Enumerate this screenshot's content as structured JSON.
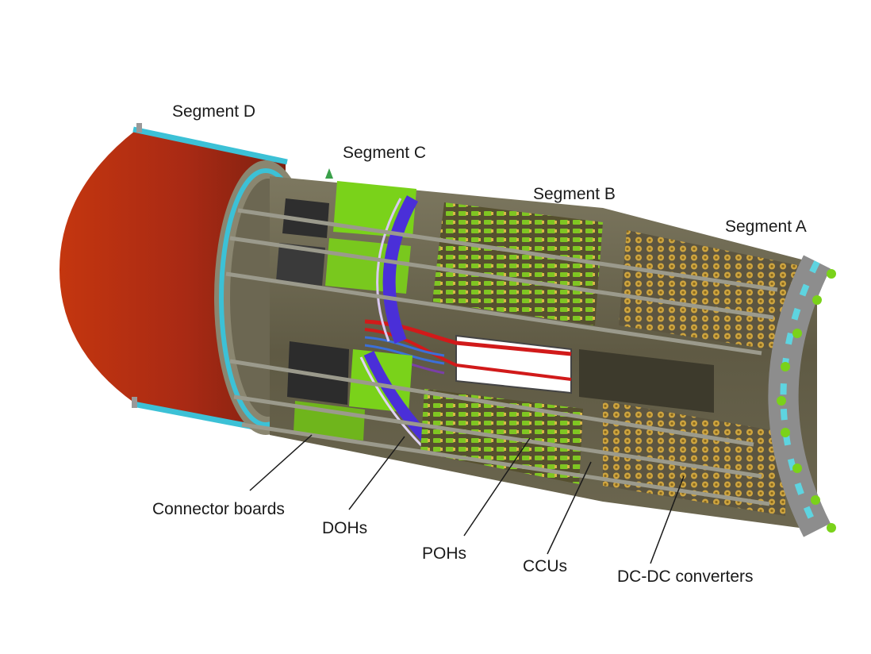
{
  "labels": {
    "segment_d": "Segment D",
    "segment_c": "Segment C",
    "segment_b": "Segment B",
    "segment_a": "Segment A",
    "connector_boards": "Connector boards",
    "dohs": "DOHs",
    "pohs": "POHs",
    "ccus": "CCUs",
    "dcdc": "DC-DC converters"
  },
  "colors": {
    "segment_d_shell": "#b02c10",
    "rim": "#3cc1d6",
    "frame": "#6f6a52",
    "connector_green": "#7ad21a",
    "doh_blue": "#4a2fd8",
    "poh_green": "#5fb51f",
    "dcdc_gold": "#c9a23b",
    "flange": "#8a8a8a",
    "cable_red": "#d11a1a"
  }
}
